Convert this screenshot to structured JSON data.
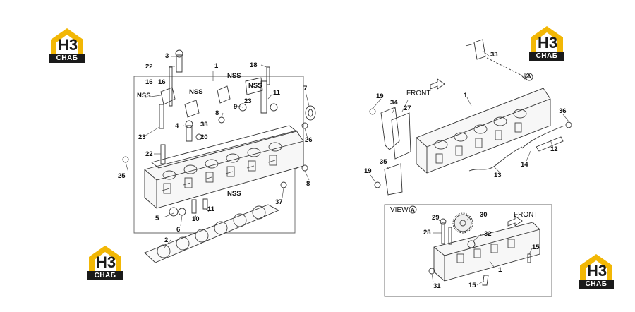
{
  "logo": {
    "mark": "H3",
    "brand": "СНАБ"
  },
  "left_labels": {
    "l3": "3",
    "l22a": "22",
    "l1": "1",
    "l18": "18",
    "l16a": "16",
    "l16b": "16",
    "nss1": "NSS",
    "nss2": "NSS",
    "nss3": "NSS",
    "nss4": "NSS",
    "l9": "9",
    "l11a": "11",
    "l23a": "23",
    "l7": "7",
    "l8a": "8",
    "l38": "38",
    "l4": "4",
    "l20": "20",
    "l23b": "23",
    "l22b": "22",
    "l26": "26",
    "l25": "25",
    "nss5": "NSS",
    "l8b": "8",
    "l37": "37",
    "l11b": "11",
    "l5": "5",
    "l6": "6",
    "l10": "10",
    "l2": "2"
  },
  "right_labels": {
    "l33": "33",
    "circleA": "A",
    "l19a": "19",
    "front1": "FRONT",
    "l1r": "1",
    "l34": "34",
    "l27": "27",
    "l36": "36",
    "l12": "12",
    "l14": "14",
    "l13": "13",
    "l35": "35",
    "l19b": "19"
  },
  "view_labels": {
    "view": "VIEW",
    "viewA": "A",
    "l29": "29",
    "l30": "30",
    "front2": "FRONT",
    "l28": "28",
    "l32": "32",
    "l15a": "15",
    "l1v": "1",
    "l31": "31",
    "l15b": "15"
  }
}
